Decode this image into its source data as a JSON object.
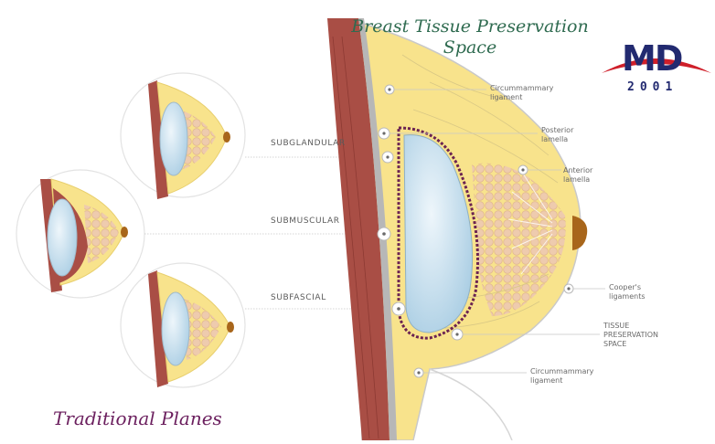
{
  "title": "Breast Tissue Preservation Space",
  "subtitle": "Traditional Planes",
  "logo": {
    "text": "MD",
    "year": "2001"
  },
  "planes": [
    {
      "id": "subglandular",
      "label": "SUBGLANDULAR"
    },
    {
      "id": "submuscular",
      "label": "SUBMUSCULAR"
    },
    {
      "id": "subfascial",
      "label": "SUBFASCIAL"
    }
  ],
  "callouts": {
    "circummammary_top": "Circummammary\nligament",
    "posterior_lamella": "Posterior\nlamella",
    "anterior_lamella": "Anterior\nlamella",
    "coopers": "Cooper's\nligaments",
    "tps": "TISSUE\nPRESERVATION\nSPACE",
    "circummammary_bottom": "Circummammary\nligament"
  },
  "colors": {
    "muscle": "#a94e45",
    "fat": "#f8e38c",
    "gland": "#f0cdb1",
    "implant": "#c9e1ef",
    "nipple": "#a8661b",
    "capsule": "#6b2352",
    "title": "#2f6b50",
    "subtitle": "#6b1f5e",
    "logo_blue": "#222a70",
    "logo_red": "#cf1f2a"
  }
}
